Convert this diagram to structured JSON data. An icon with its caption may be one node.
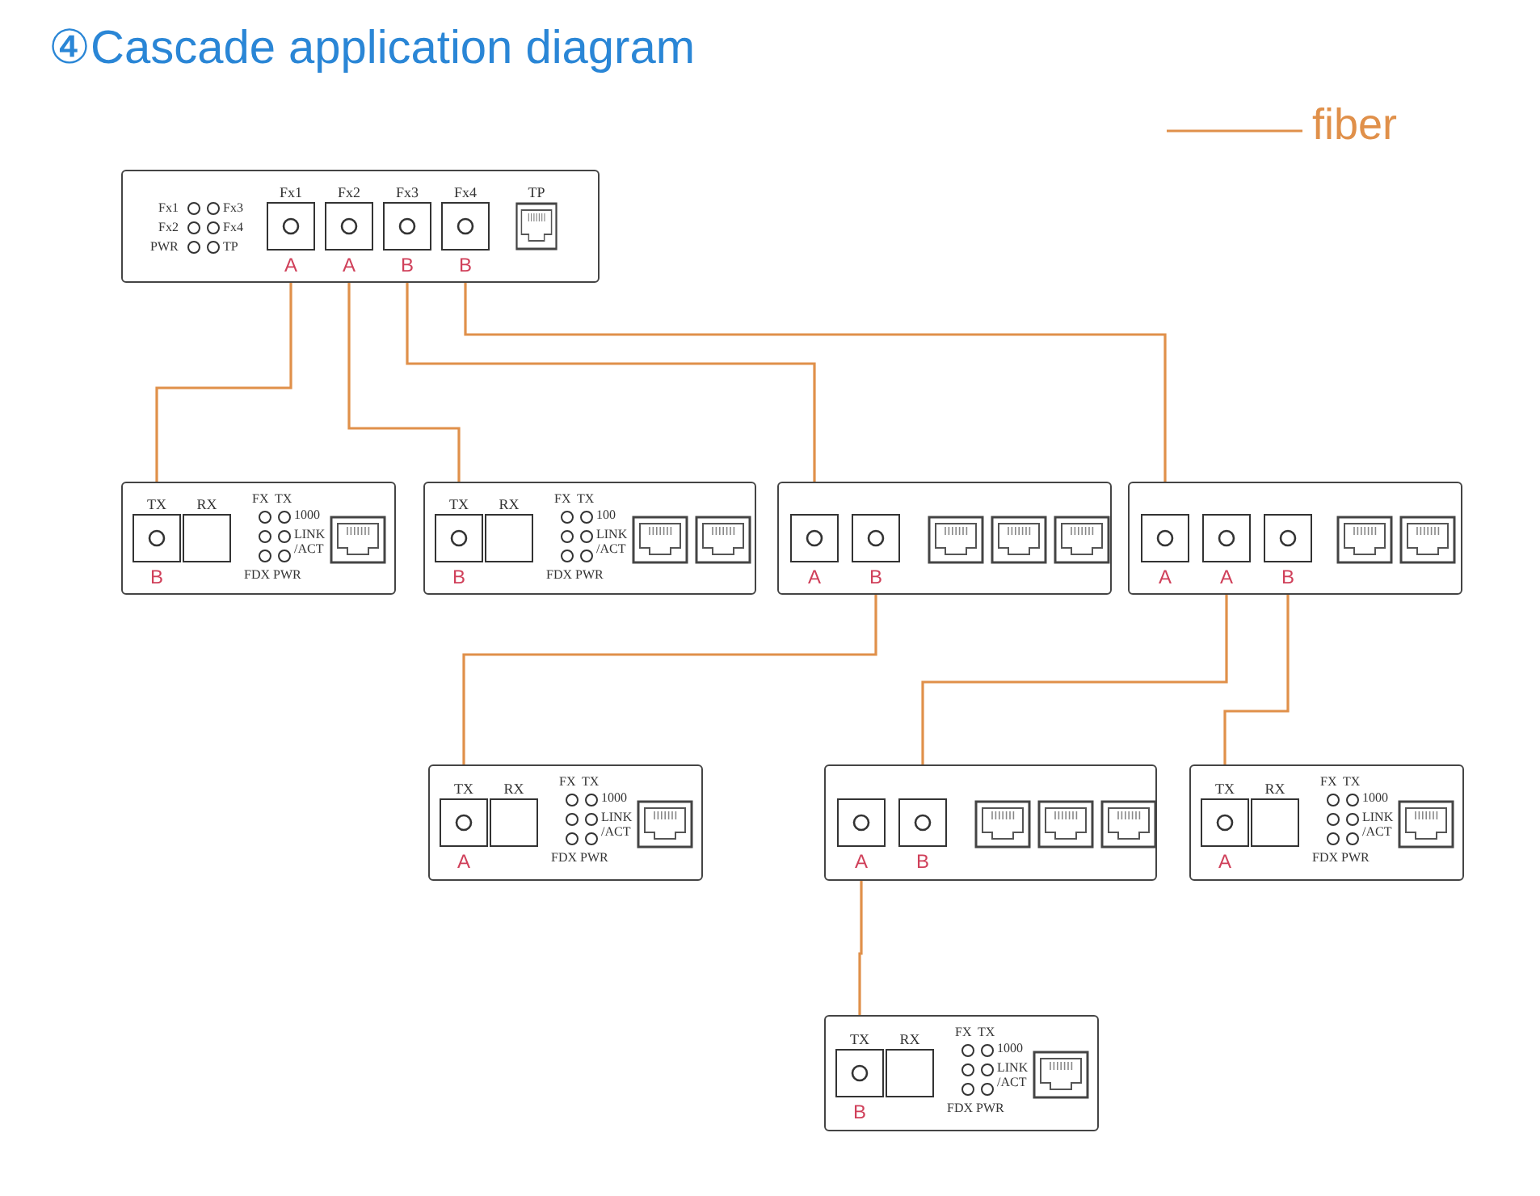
{
  "diagram": {
    "title": "④Cascade application diagram",
    "nodes": [
      {
        "text": [
          "Fx1",
          "Fx3",
          "Fx2",
          "Fx4",
          "PWR",
          "TP"
        ]
      },
      {
        "text": [
          "Fx1",
          "A"
        ],
        "in": 0
      },
      {
        "text": [
          "Fx2",
          "A"
        ],
        "in": 0
      },
      {
        "text": [
          "Fx3",
          "B"
        ],
        "in": 0
      },
      {
        "text": [
          "Fx4",
          "B"
        ],
        "in": 0
      },
      {
        "text": [
          "TP"
        ],
        "in": 0
      },
      {
        "text": [
          "FX",
          "TX",
          "1000",
          "LINK /ACT",
          "FDX",
          "PWR"
        ]
      },
      {
        "text": [
          "TX",
          "B"
        ],
        "in": 6
      },
      {
        "text": [
          "RX"
        ],
        "in": 6
      },
      {
        "text": [
          "FX",
          "TX",
          "100",
          "LINK /ACT",
          "FDX",
          "PWR"
        ]
      },
      {
        "text": [
          "TX",
          "B"
        ],
        "in": 9
      },
      {
        "text": [
          "RX"
        ],
        "in": 9
      },
      {
        "text": [],
        "shape": "box"
      },
      {
        "text": [
          "A"
        ],
        "in": 12
      },
      {
        "text": [
          "B"
        ],
        "in": 12
      },
      {
        "text": [],
        "shape": "box"
      },
      {
        "text": [
          "A"
        ],
        "in": 15
      },
      {
        "text": [
          "A"
        ],
        "in": 15
      },
      {
        "text": [
          "B"
        ],
        "in": 15
      },
      {
        "text": [
          "FX",
          "TX",
          "1000",
          "LINK /ACT",
          "FDX",
          "PWR"
        ]
      },
      {
        "text": [
          "TX",
          "A"
        ],
        "in": 19
      },
      {
        "text": [
          "RX"
        ],
        "in": 19
      },
      {
        "text": [],
        "shape": "box"
      },
      {
        "text": [
          "A"
        ],
        "in": 22
      },
      {
        "text": [
          "B"
        ],
        "in": 22
      },
      {
        "text": [
          "FX",
          "TX",
          "1000",
          "LINK /ACT",
          "FDX",
          "PWR"
        ]
      },
      {
        "text": [
          "TX",
          "A"
        ],
        "in": 25
      },
      {
        "text": [
          "RX"
        ],
        "in": 25
      },
      {
        "text": [
          "FX",
          "TX",
          "1000",
          "LINK /ACT",
          "FDX",
          "PWR"
        ]
      },
      {
        "text": [
          "TX",
          "B"
        ],
        "in": 28
      },
      {
        "text": [
          "RX"
        ],
        "in": 28
      }
    ],
    "edges": [
      {
        "from": 1,
        "to": 7,
        "arrow": "none"
      },
      {
        "from": 2,
        "to": 10,
        "arrow": "none"
      },
      {
        "from": 3,
        "to": 13,
        "arrow": "none"
      },
      {
        "from": 4,
        "to": 16,
        "arrow": "none"
      },
      {
        "from": 14,
        "to": 20,
        "arrow": "none"
      },
      {
        "from": 17,
        "to": 24,
        "arrow": "none"
      },
      {
        "from": 18,
        "to": 26,
        "arrow": "none"
      },
      {
        "from": 23,
        "to": 29,
        "arrow": "none"
      }
    ],
    "legend": [
      {
        "text": "fiber"
      }
    ]
  }
}
